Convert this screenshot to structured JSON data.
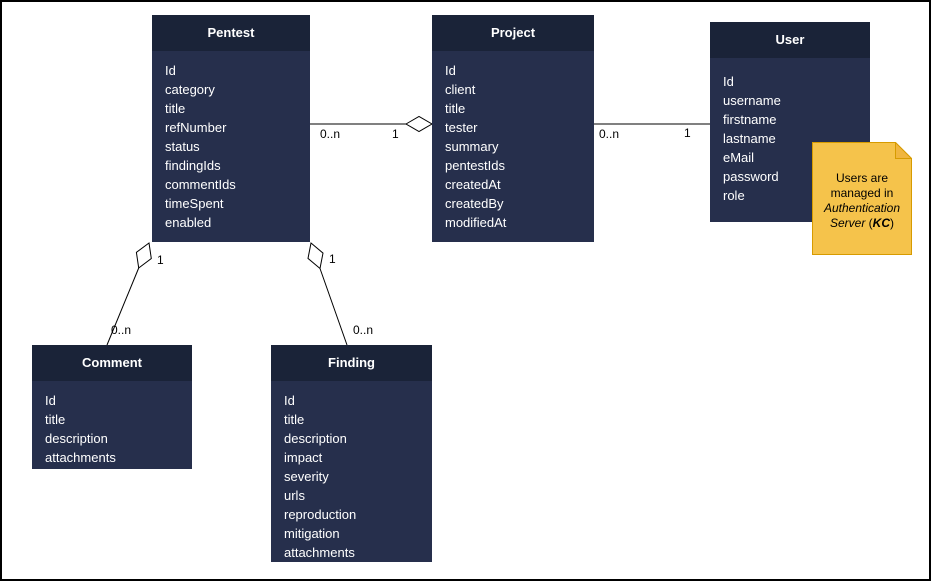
{
  "diagram": {
    "entities": [
      {
        "title": "Pentest",
        "attributes": [
          "Id",
          "category",
          "title",
          "refNumber",
          "status",
          "findingIds",
          "commentIds",
          "timeSpent",
          "enabled"
        ]
      },
      {
        "title": "Project",
        "attributes": [
          "Id",
          "client",
          "title",
          "tester",
          "summary",
          "pentestIds",
          "createdAt",
          "createdBy",
          "modifiedAt"
        ]
      },
      {
        "title": "User",
        "attributes": [
          "Id",
          "username",
          "firstname",
          "lastname",
          "eMail",
          "password",
          "role"
        ]
      },
      {
        "title": "Comment",
        "attributes": [
          "Id",
          "title",
          "description",
          "attachments"
        ]
      },
      {
        "title": "Finding",
        "attributes": [
          "Id",
          "title",
          "description",
          "impact",
          "severity",
          "urls",
          "reproduction",
          "mitigation",
          "attachments"
        ]
      }
    ],
    "relations": [
      {
        "from": "Pentest",
        "to": "Project",
        "type": "aggregation",
        "diamond_at": "Project",
        "source_label": "0..n",
        "target_label": "1"
      },
      {
        "from": "Project",
        "to": "User",
        "type": "association",
        "diamond_at": "none",
        "source_label": "0..n",
        "target_label": "1"
      },
      {
        "from": "Pentest",
        "to": "Comment",
        "type": "aggregation",
        "diamond_at": "Pentest",
        "source_label": "1",
        "target_label": "0..n"
      },
      {
        "from": "Pentest",
        "to": "Finding",
        "type": "aggregation",
        "diamond_at": "Pentest",
        "source_label": "1",
        "target_label": "0..n"
      }
    ],
    "note": {
      "line1": "Users are",
      "line2": "managed in",
      "line3": "Authentication",
      "line4_italic": "Server",
      "line4_pre": " (",
      "line4_bold": "KC",
      "line4_post": ")"
    }
  },
  "colors": {
    "entity_header": "#1a2338",
    "entity_body": "#262f4c",
    "entity_text": "#ffffff",
    "note_fill": "#f5c34b",
    "note_border": "#d79b00",
    "note_fold": "#f0b53e",
    "connector": "#000000",
    "background": "#ffffff"
  }
}
